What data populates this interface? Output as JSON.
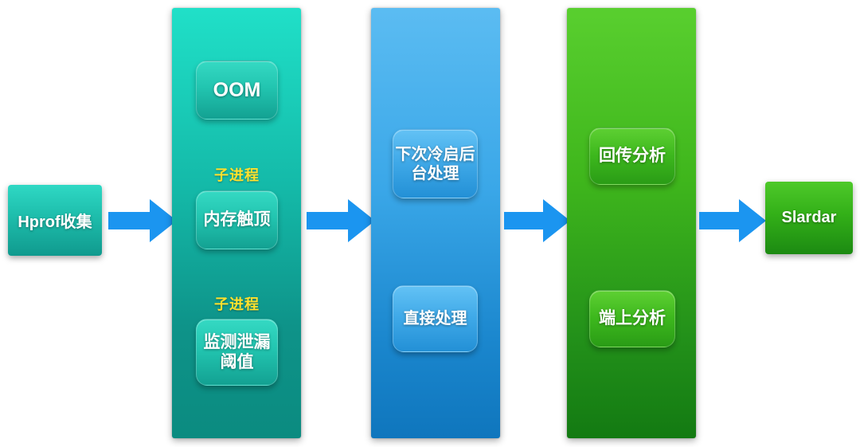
{
  "diagram": {
    "title": "Hprof collection pipeline flow",
    "background": "#ffffff",
    "colors": {
      "arrow": "#1b95f0",
      "teal_top": "#20e0c8",
      "teal_bottom": "#0b8b80",
      "blue_top": "#5bbcf2",
      "blue_bottom": "#0f76bd",
      "green_top": "#59cf2f",
      "green_bottom": "#137a12",
      "sublabel_text": "#ffe12e",
      "node_text": "#ffffff"
    }
  },
  "nodes": {
    "start": {
      "label": "Hprof收集"
    },
    "end": {
      "label": "Slardar"
    }
  },
  "columns": [
    {
      "id": "collection-triggers",
      "color": "teal",
      "cards": [
        {
          "id": "oom",
          "label": "OOM",
          "sublabel": null
        },
        {
          "id": "memory-ceiling",
          "label": "内存触顶",
          "sublabel": "子进程"
        },
        {
          "id": "leak-threshold",
          "label": "监测泄漏\n阈值",
          "sublabel": "子进程"
        }
      ]
    },
    {
      "id": "processing-mode",
      "color": "blue",
      "cards": [
        {
          "id": "next-cold-start-background",
          "label": "下次冷启后\n台处理",
          "sublabel": null
        },
        {
          "id": "direct-processing",
          "label": "直接处理",
          "sublabel": null
        }
      ]
    },
    {
      "id": "analysis-mode",
      "color": "green",
      "cards": [
        {
          "id": "upload-analysis",
          "label": "回传分析",
          "sublabel": null
        },
        {
          "id": "on-device-analysis",
          "label": "端上分析",
          "sublabel": null
        }
      ]
    }
  ],
  "arrows": [
    {
      "id": "arrow-1",
      "from": "start",
      "to": "collection-triggers"
    },
    {
      "id": "arrow-2",
      "from": "collection-triggers",
      "to": "processing-mode"
    },
    {
      "id": "arrow-3",
      "from": "processing-mode",
      "to": "analysis-mode"
    },
    {
      "id": "arrow-4",
      "from": "analysis-mode",
      "to": "end"
    }
  ]
}
